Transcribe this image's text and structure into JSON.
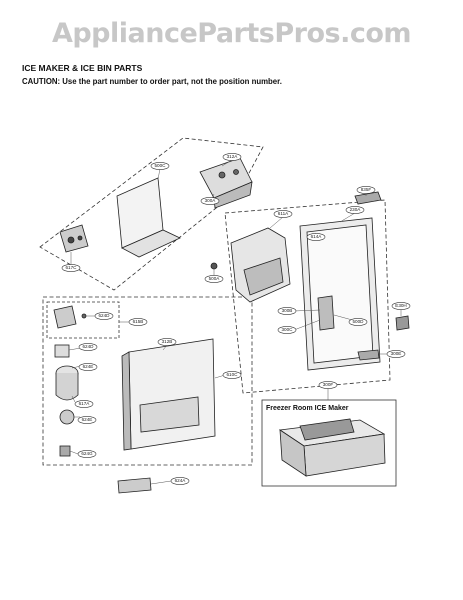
{
  "watermark": "AppliancePartsPros.com",
  "heading": {
    "title": "ICE MAKER & ICE BIN PARTS",
    "caution": "CAUTION: Use the part number to order part, not the position number."
  },
  "inset_caption": "Freezer Room ICE Maker",
  "callouts": [
    "500C",
    "312A",
    "300A",
    "835F",
    "617C",
    "611A",
    "500A",
    "230A",
    "614A",
    "300B",
    "300C",
    "E30H",
    "500D",
    "615B",
    "624D",
    "312B",
    "610C",
    "300E",
    "617A",
    "624E",
    "624G",
    "624A",
    "300F"
  ]
}
